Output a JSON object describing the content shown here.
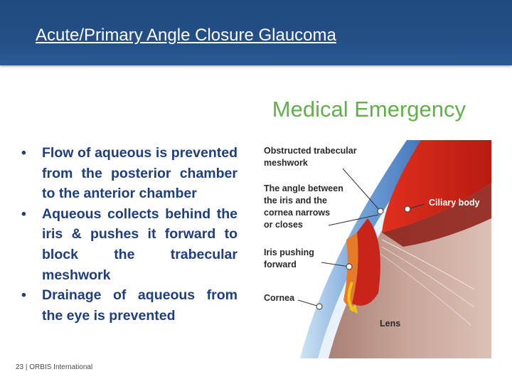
{
  "slide": {
    "title": "Acute/Primary Angle Closure Glaucoma",
    "subtitle": "Medical Emergency",
    "bullets": [
      "Flow of aqueous is prevented from the posterior chamber to the anterior chamber",
      "Aqueous collects behind the iris & pushes it forward to block the trabecular meshwork",
      "Drainage of aqueous from the eye is prevented"
    ],
    "footer": "23 | ORBIS International"
  },
  "figure": {
    "labels": {
      "obstructed_line1": "Obstructed trabecular",
      "obstructed_line2": "meshwork",
      "angle_line1": "The angle between",
      "angle_line2": "the iris and the",
      "angle_line3": "cornea narrows",
      "angle_line4": "or closes",
      "iris_line1": "Iris pushing",
      "iris_line2": "forward",
      "cornea": "Cornea",
      "ciliary": "Ciliary body",
      "lens": "Lens"
    }
  },
  "colors": {
    "header_bg": "#234f86",
    "title_text": "#ffffff",
    "subtitle_green": "#62b04a",
    "bullet_navy": "#1f3e7c"
  }
}
